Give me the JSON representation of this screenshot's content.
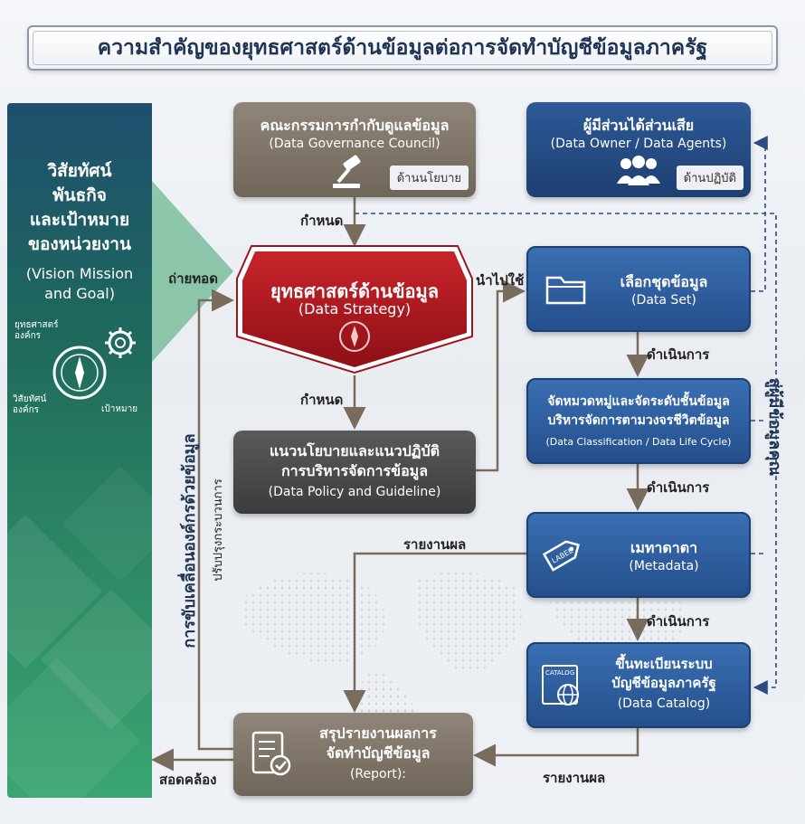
{
  "title": "ความสำคัญของยุทธศาสตร์ด้านข้อมูลต่อการจัดทำบัญชีข้อมูลภาครัฐ",
  "left_panel": {
    "title": "วิสัยทัศน์\nพันธกิจ\nและเป้าหมาย\nของหน่วยงาน",
    "subtitle": "(Vision Mission\nand Goal)",
    "icon_labels": {
      "strategy": "ยุทธศาสตร์\nองค์กร",
      "vision": "วิสัยทัศน์\nองค์กร",
      "goal": "เป้าหมาย"
    }
  },
  "governance": {
    "title": "คณะกรรมการกำกับดูแลข้อมูล",
    "subtitle": "(Data Governance Council)",
    "tag": "ด้านนโยบาย"
  },
  "owner": {
    "title": "ผู้มีส่วนได้ส่วนเสีย",
    "subtitle": "(Data Owner / Data Agents)",
    "tag": "ด้านปฏิบัติ"
  },
  "strategy": {
    "title": "ยุทธศาสตร์ด้านข้อมูล",
    "subtitle": "(Data Strategy)"
  },
  "policy": {
    "title": "แนวนโยบายและแนวปฏิบัติ\nการบริหารจัดการข้อมูล",
    "subtitle": "(Data Policy and Guideline)"
  },
  "report": {
    "title": "สรุปรายงานผลการ\nจัดทำบัญชีข้อมูล",
    "subtitle": "(Report):"
  },
  "dataset": {
    "title": "เลือกชุดข้อมูล",
    "subtitle": "(Data Set)"
  },
  "classification": {
    "title": "จัดหมวดหมู่และจัดระดับชั้นข้อมูล\nบริหารจัดการตามวงจรชีวิตข้อมูล",
    "subtitle": "(Data Classification / Data Life Cycle)"
  },
  "metadata": {
    "title": "เมทาดาตา",
    "subtitle": "(Metadata)",
    "icon_text": "LABEL"
  },
  "catalog": {
    "title": "ขึ้นทะเบียนระบบ\nบัญชีข้อมูลภาครัฐ",
    "subtitle": "(Data Catalog)",
    "icon_text": "CATALOG"
  },
  "labels": {
    "define1": "กำหนด",
    "define2": "กำหนด",
    "transfer": "ถ่ายทอด",
    "apply": "นำไปใช้",
    "operate1": "ดำเนินการ",
    "operate2": "ดำเนินการ",
    "operate3": "ดำเนินการ",
    "report1": "รายงานผล",
    "report2": "รายงานผล",
    "align": "สอดคล้อง",
    "improve": "ปรับปรุงกระบวนการ",
    "drive": "การขับเคลื่อนองค์กรด้วยข้อมูล",
    "data_owner": "สู่ผู้มีข้อมูลคุณ"
  },
  "colors": {
    "title_text": "#1f3556",
    "strategy_red": "#b3191c",
    "blue_box": "#2d5a97",
    "brown_box": "#7d7468",
    "dark_box": "#444444",
    "arrow": "#7a6c5d",
    "dashed": "#2c4c82"
  }
}
